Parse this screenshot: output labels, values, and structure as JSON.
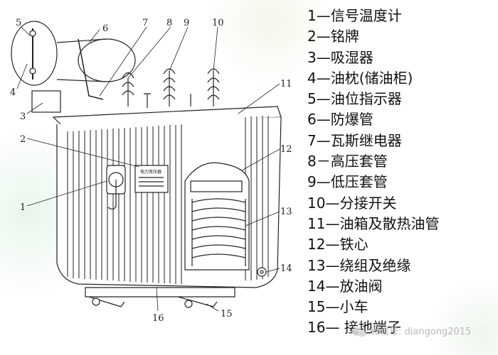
{
  "diagram": {
    "callout_numbers": [
      "1",
      "2",
      "3",
      "4",
      "5",
      "6",
      "7",
      "8",
      "9",
      "10",
      "11",
      "12",
      "13",
      "14",
      "15",
      "16"
    ],
    "nameplate_title": "电力变压器"
  },
  "legend": {
    "items": [
      "1—信号温度计",
      "2—铭牌",
      "3—吸湿器",
      "4—油枕(储油柜)",
      "5—油位指示器",
      "6—防爆管",
      "7—瓦斯继电器",
      "8－高压套管",
      "9—低压套管",
      "10—分接开关",
      "11—油箱及散热油管",
      "12—铁心",
      "13—绕组及绝缘",
      "14—放油阀",
      "15—小车",
      "16— 接地端子"
    ]
  },
  "watermark": {
    "text": "微信号: diangong2015",
    "icon": "wechat-icon"
  }
}
